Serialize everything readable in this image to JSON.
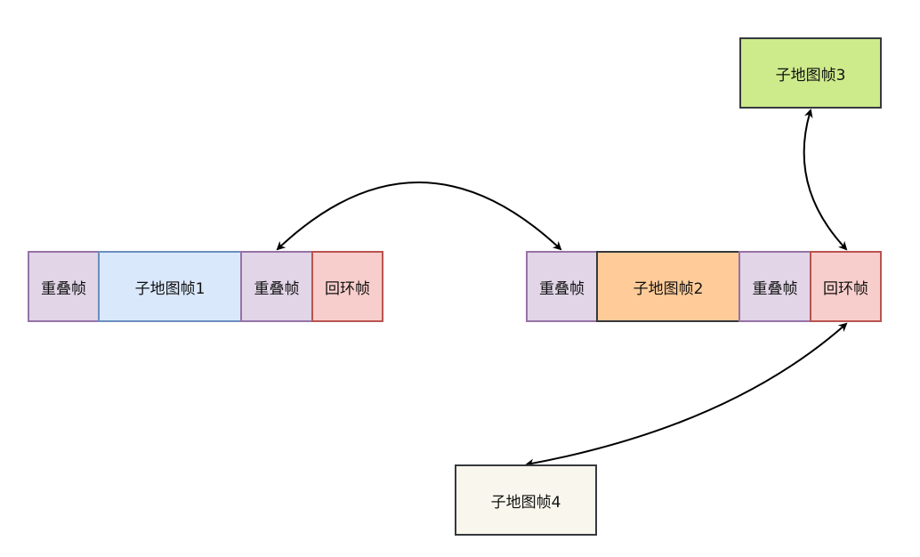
{
  "diagram": {
    "groups": [
      {
        "id": "group-1",
        "cells": [
          {
            "label": "重叠帧",
            "kind": "overlap"
          },
          {
            "label": "子地图帧1",
            "kind": "submap"
          },
          {
            "label": "重叠帧",
            "kind": "overlap"
          },
          {
            "label": "回环帧",
            "kind": "loop"
          }
        ]
      },
      {
        "id": "group-2",
        "cells": [
          {
            "label": "重叠帧",
            "kind": "overlap"
          },
          {
            "label": "子地图帧2",
            "kind": "submap"
          },
          {
            "label": "重叠帧",
            "kind": "overlap"
          },
          {
            "label": "回环帧",
            "kind": "loop"
          }
        ]
      }
    ],
    "standalone": [
      {
        "label": "子地图帧3"
      },
      {
        "label": "子地图帧4"
      }
    ],
    "edges": [
      {
        "from": "group-1 重叠帧 (right)",
        "to": "group-2 重叠帧 (left)",
        "arrows": "both"
      },
      {
        "from": "子地图帧3",
        "to": "group-2 回环帧",
        "arrows": "both"
      },
      {
        "from": "group-2 回环帧",
        "to": "子地图帧4",
        "arrows": "both"
      }
    ],
    "colors": {
      "overlap_fill": "#e1d5e7",
      "overlap_stroke": "#9673a6",
      "loop_fill": "#f8cecc",
      "loop_stroke": "#b85450",
      "submap1_fill": "#dae8fc",
      "submap1_stroke": "#6c8ebf",
      "submap2_fill": "#ffcc99",
      "submap3_fill": "#cdeb8b",
      "submap4_fill": "#f9f7ed",
      "dark_stroke": "#36393d"
    }
  }
}
